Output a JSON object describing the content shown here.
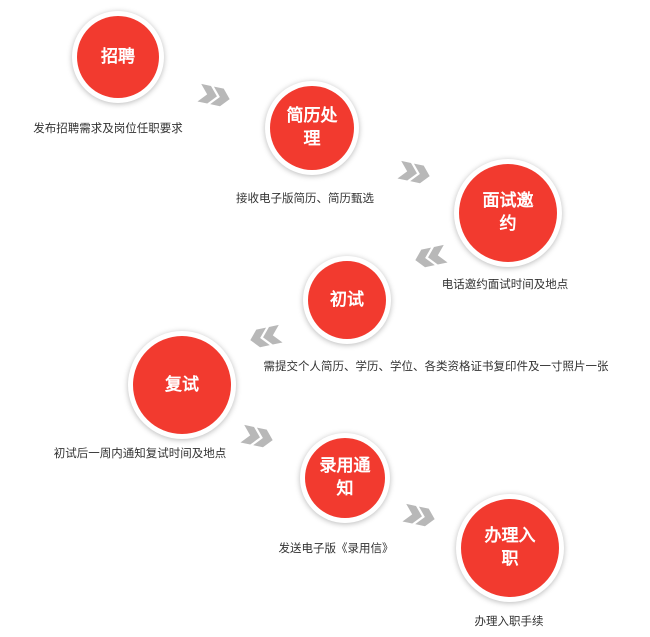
{
  "steps": [
    {
      "label": "招聘",
      "caption": "发布招聘需求及岗位任职要求"
    },
    {
      "label": "简历处理",
      "caption": "接收电子版简历、简历甄选"
    },
    {
      "label": "面试邀约",
      "caption": "电话邀约面试时间及地点"
    },
    {
      "label": "初试",
      "caption": "需提交个人简历、学历、学位、各类资格证书复印件及一寸照片一张"
    },
    {
      "label": "复试",
      "caption": "初试后一周内通知复试时间及地点"
    },
    {
      "label": "录用通知",
      "caption": "发送电子版《录用信》"
    },
    {
      "label": "办理入职",
      "caption": "办理入职手续"
    }
  ],
  "colors": {
    "accent": "#f23a2f",
    "arrow": "#b8b8b8"
  }
}
